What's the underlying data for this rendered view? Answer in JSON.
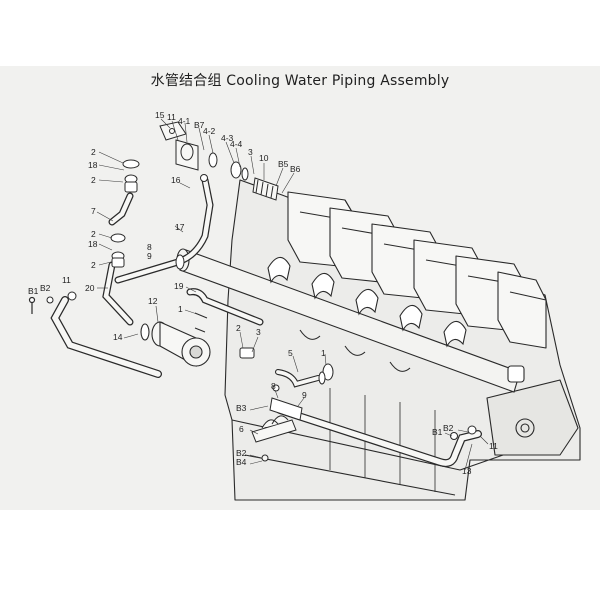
{
  "title": "水管结合组  Cooling Water Piping Assembly",
  "colors": {
    "background": "#ffffff",
    "paper": "#f1f1ef",
    "ink": "#222222"
  },
  "callouts": [
    {
      "id": "c-15",
      "text": "15"
    },
    {
      "id": "c-11a",
      "text": "11"
    },
    {
      "id": "c-4-1",
      "text": "4-1"
    },
    {
      "id": "c-b7",
      "text": "B7"
    },
    {
      "id": "c-4-2",
      "text": "4-2"
    },
    {
      "id": "c-4-3",
      "text": "4-3"
    },
    {
      "id": "c-4-4",
      "text": "4-4"
    },
    {
      "id": "c-3a",
      "text": "3"
    },
    {
      "id": "c-10",
      "text": "10"
    },
    {
      "id": "c-b5",
      "text": "B5"
    },
    {
      "id": "c-b6",
      "text": "B6"
    },
    {
      "id": "c-16",
      "text": "16"
    },
    {
      "id": "c-2a",
      "text": "2"
    },
    {
      "id": "c-18a",
      "text": "18"
    },
    {
      "id": "c-2b",
      "text": "2"
    },
    {
      "id": "c-7",
      "text": "7"
    },
    {
      "id": "c-17",
      "text": "17"
    },
    {
      "id": "c-2c",
      "text": "2"
    },
    {
      "id": "c-18b",
      "text": "18"
    },
    {
      "id": "c-8a",
      "text": "8"
    },
    {
      "id": "c-9a",
      "text": "9"
    },
    {
      "id": "c-2d",
      "text": "2"
    },
    {
      "id": "c-11b",
      "text": "11"
    },
    {
      "id": "c-b1a",
      "text": "B1"
    },
    {
      "id": "c-b2a",
      "text": "B2"
    },
    {
      "id": "c-20",
      "text": "20"
    },
    {
      "id": "c-19",
      "text": "19"
    },
    {
      "id": "c-12",
      "text": "12"
    },
    {
      "id": "c-1a",
      "text": "1"
    },
    {
      "id": "c-14",
      "text": "14"
    },
    {
      "id": "c-2e",
      "text": "2"
    },
    {
      "id": "c-3b",
      "text": "3"
    },
    {
      "id": "c-5",
      "text": "5"
    },
    {
      "id": "c-1b",
      "text": "1"
    },
    {
      "id": "c-b3",
      "text": "B3"
    },
    {
      "id": "c-8b",
      "text": "8"
    },
    {
      "id": "c-9b",
      "text": "9"
    },
    {
      "id": "c-6",
      "text": "6"
    },
    {
      "id": "c-b2b",
      "text": "B2"
    },
    {
      "id": "c-b4",
      "text": "B4"
    },
    {
      "id": "c-b1b",
      "text": "B1"
    },
    {
      "id": "c-b2c",
      "text": "B2"
    },
    {
      "id": "c-11c",
      "text": "11"
    },
    {
      "id": "c-13",
      "text": "13"
    }
  ]
}
